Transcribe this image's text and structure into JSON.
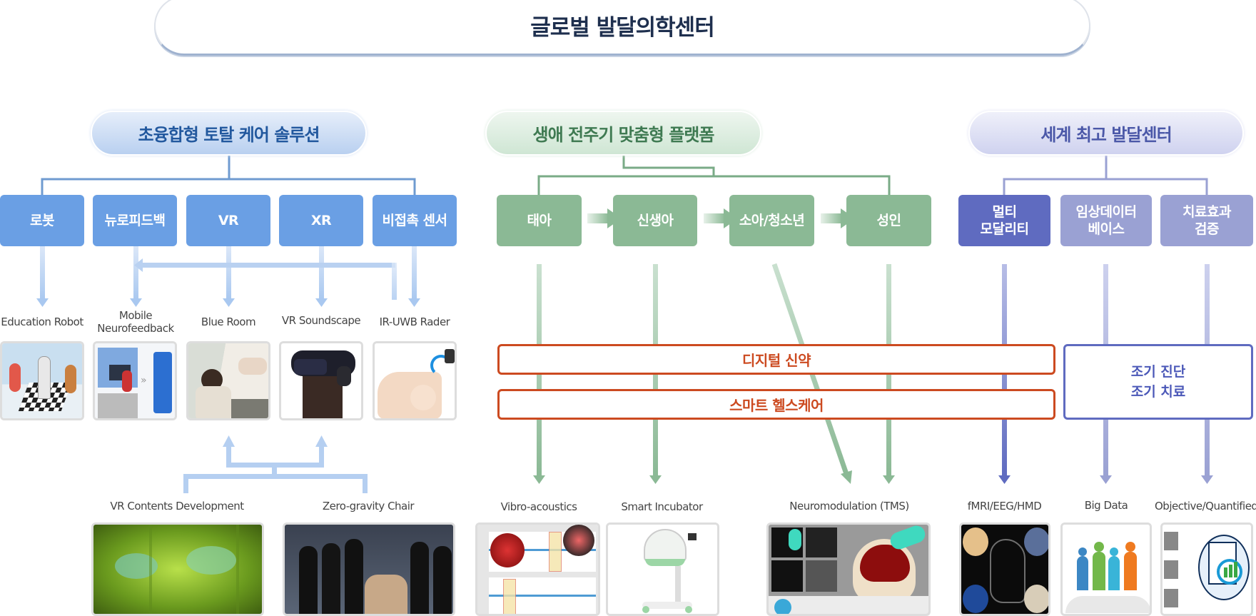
{
  "banner": {
    "title": "글로벌 발달의학센터"
  },
  "columns": {
    "convergence": {
      "title": "초융합형 토탈 케어 솔루션",
      "color": "#6a9fe4",
      "boxes": [
        "로봇",
        "뉴로피드백",
        "VR",
        "XR",
        "비접촉 센서"
      ],
      "outputs": [
        {
          "label": "Education Robot",
          "image": "education-robot-illustration"
        },
        {
          "label": "Mobile Neurofeedback",
          "image": "mobile-neurofeedback-app"
        },
        {
          "label": "Blue Room",
          "image": "blue-room-photo"
        },
        {
          "label": "VR Soundscape",
          "image": "vr-headset-photo"
        },
        {
          "label": "IR-UWB Rader",
          "image": "baby-radar-photo"
        }
      ],
      "sources": [
        {
          "label": "VR Contents Development",
          "image": "vr-projection-room-photo"
        },
        {
          "label": "Zero-gravity Chair",
          "image": "group-with-massage-chair-photo"
        }
      ]
    },
    "lifecycle": {
      "title": "생애 전주기 맞춤형 플랫폼",
      "color": "#8bb995",
      "stages": [
        "태아",
        "신생아",
        "소아/청소년",
        "성인"
      ],
      "outputs": [
        {
          "label": "Vibro-acoustics",
          "image": "vibro-acoustics-signal-chart"
        },
        {
          "label": "Smart Incubator",
          "image": "smart-incubator-photo"
        },
        {
          "label": "Neuromodulation (TMS)",
          "image": "tms-brain-imaging"
        }
      ]
    },
    "center": {
      "title": "세계 최고 발달센터",
      "color": "#5f6bc0",
      "boxes": [
        {
          "line1": "멀티",
          "line2": "모달리티"
        },
        {
          "line1": "임상데이터",
          "line2": "베이스"
        },
        {
          "line1": "치료효과",
          "line2": "검증"
        }
      ],
      "outputs": [
        {
          "label": "fMRI/EEG/HMD",
          "image": "multimodal-head-scan"
        },
        {
          "label": "Big Data",
          "image": "people-icons"
        },
        {
          "label": "Objective/Quantified",
          "image": "report-magnifier-icon"
        }
      ]
    }
  },
  "bands": {
    "digital_therapeutics": "디지털 신약",
    "smart_healthcare": "스마트 헬스케어",
    "early": {
      "line1": "조기 진단",
      "line2": "조기 치료"
    }
  }
}
